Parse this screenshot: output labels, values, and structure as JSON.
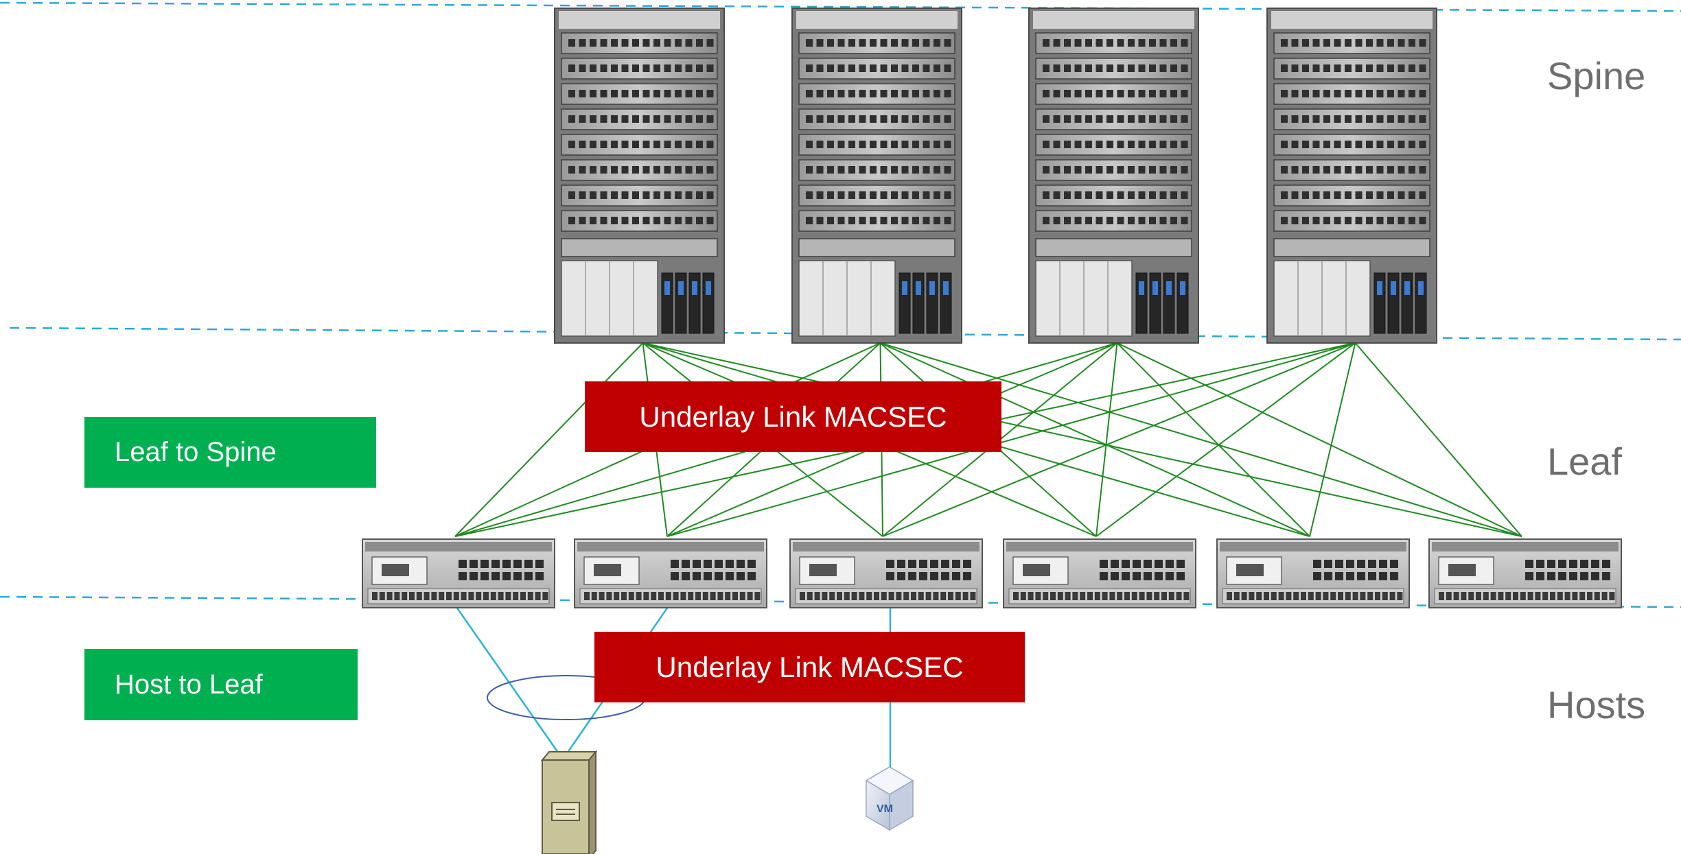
{
  "tiers": {
    "spine": "Spine",
    "leaf": "Leaf",
    "hosts": "Hosts"
  },
  "boxes": {
    "leaf_to_spine": "Leaf to Spine",
    "host_to_leaf": "Host to Leaf",
    "underlay_top": "Underlay Link MACSEC",
    "underlay_bottom": "Underlay Link MACSEC"
  },
  "devices": {
    "spine_count": 4,
    "leaf_count": 6,
    "vm_label": "VM"
  },
  "colors": {
    "link_green": "#1f8a1f",
    "host_link": "#2ab4d6",
    "tier_dashed": "#2aa9d8",
    "green_box": "#00b050",
    "red_box": "#c00000",
    "tier_text": "#6e6e6e"
  }
}
